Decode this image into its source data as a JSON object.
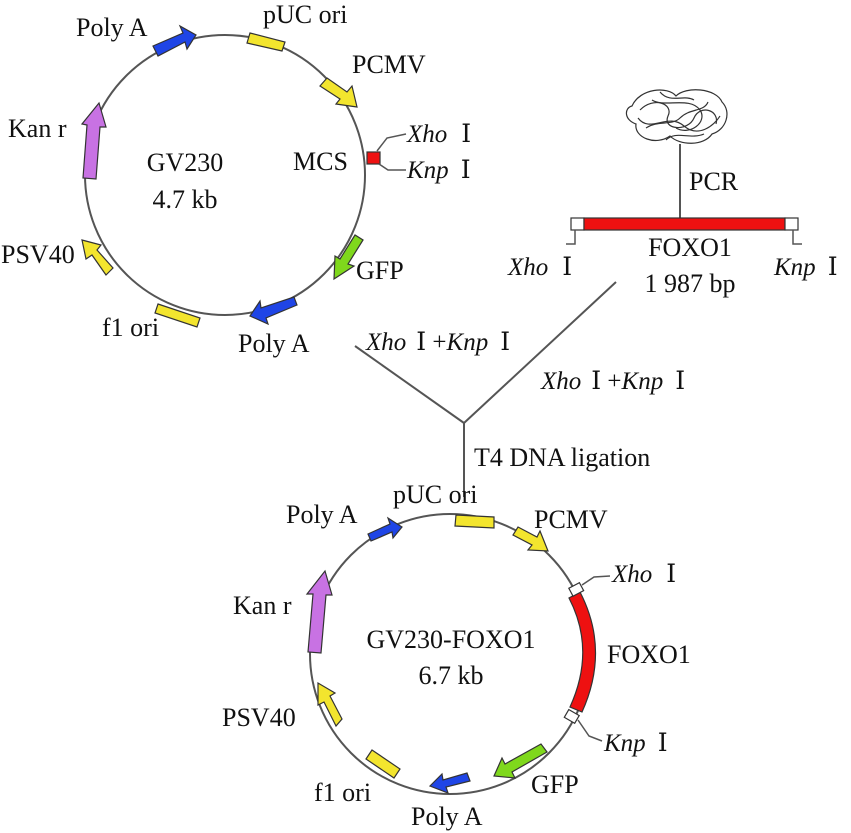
{
  "colors": {
    "yellow": "#f3e52e",
    "blue": "#1f45e6",
    "purple": "#c872e3",
    "green": "#7fd81c",
    "red": "#ee1111",
    "line": "#555555",
    "text": "#111111"
  },
  "icons": {
    "dna_tangle": "dna-coil-icon"
  },
  "plasmid_top": {
    "name": "GV230",
    "size": "4.7 kb",
    "features": {
      "polyA_top": "Poly A",
      "puc_ori": "pUC ori",
      "pcmv": "PCMV",
      "mcs": "MCS",
      "kan_r": "Kan r",
      "psv40": "PSV40",
      "f1_ori": "f1 ori",
      "polyA_bottom": "Poly A",
      "gfp": "GFP"
    },
    "sites": {
      "xho": "Xho",
      "knp": "Knp",
      "suffix": "Ⅰ"
    }
  },
  "pcr": {
    "label": "PCR",
    "gene": "FOXO1",
    "size": "1 987 bp",
    "left_site": "Xho",
    "right_site": "Knp",
    "suffix": "Ⅰ"
  },
  "digest": {
    "left": {
      "a": "Xho",
      "sep": "Ⅰ +",
      "b": "Knp",
      "end": "Ⅰ"
    },
    "right": {
      "a": "Xho",
      "sep": "Ⅰ +",
      "b": "Knp",
      "end": "Ⅰ"
    }
  },
  "ligation": "T4 DNA ligation",
  "plasmid_bottom": {
    "name": "GV230-FOXO1",
    "size": "6.7 kb",
    "features": {
      "polyA_top": "Poly A",
      "puc_ori": "pUC ori",
      "pcmv": "PCMV",
      "kan_r": "Kan r",
      "psv40": "PSV40",
      "f1_ori": "f1 ori",
      "polyA_bottom": "Poly A",
      "gfp": "GFP",
      "foxo1": "FOXO1"
    },
    "sites": {
      "xho": "Xho",
      "knp": "Knp",
      "suffix": "Ⅰ"
    }
  }
}
